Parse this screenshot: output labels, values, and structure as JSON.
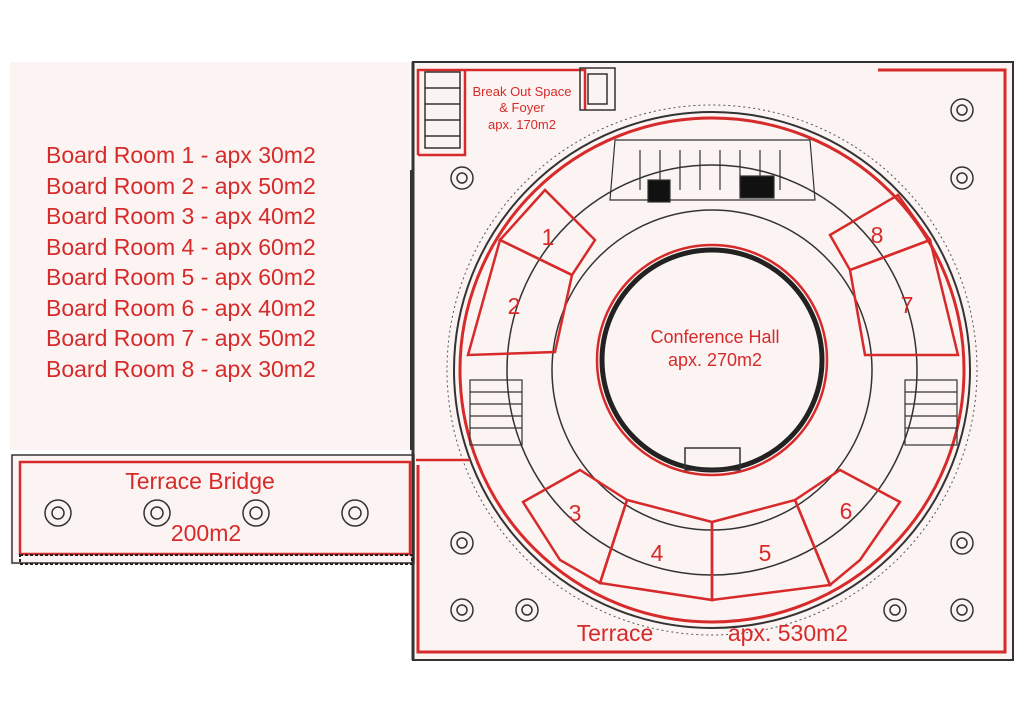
{
  "legend": {
    "items": [
      "Board Room 1 - apx 30m2",
      "Board Room 2 - apx 50m2",
      "Board Room 3 - apx 40m2",
      "Board Room 4 - apx 60m2",
      "Board Room 5 - apx 60m2",
      "Board Room 6 - apx 40m2",
      "Board Room 7 - apx 50m2",
      "Board Room 8 - apx 30m2"
    ]
  },
  "areas": {
    "breakout_line1": "Break Out Space",
    "breakout_line2": "& Foyer",
    "breakout_area": "apx. 170m2",
    "conference_name": "Conference Hall",
    "conference_area": "apx. 270m2",
    "terrace_bridge_name": "Terrace Bridge",
    "terrace_bridge_area": "200m2",
    "terrace_name": "Terrace",
    "terrace_area": "apx. 530m2"
  },
  "rooms": [
    "1",
    "2",
    "3",
    "4",
    "5",
    "6",
    "7",
    "8"
  ],
  "colors": {
    "accent": "#d72a2a",
    "line": "#2a2a2a",
    "panel": "#fbf4f2"
  }
}
